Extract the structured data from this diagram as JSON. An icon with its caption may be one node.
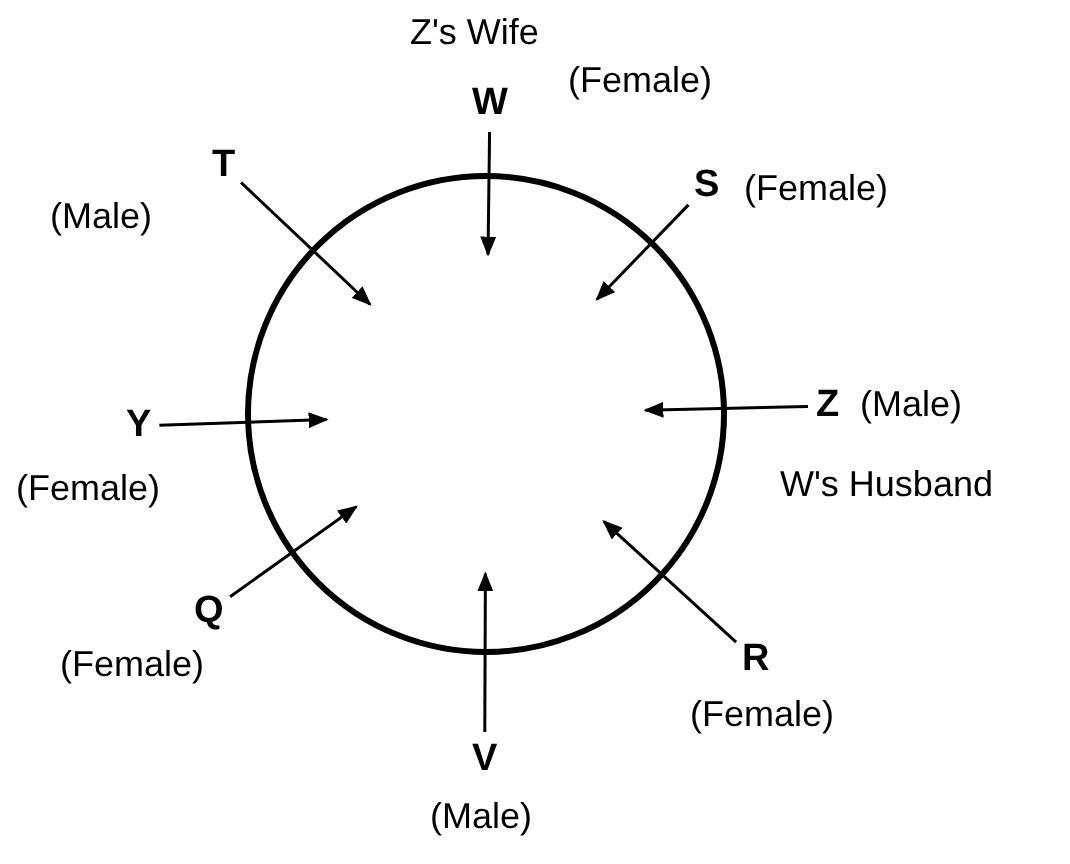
{
  "diagram": {
    "nodes": [
      {
        "text": [],
        "shape": "circle"
      },
      {
        "text": [
          "W"
        ],
        "beside": [
          "Z's Wife",
          "(Female)"
        ]
      },
      {
        "text": [
          "T"
        ],
        "beside": [
          "(Male)"
        ]
      },
      {
        "text": [
          "S"
        ],
        "beside": [
          "(Female)"
        ]
      },
      {
        "text": [
          "Z"
        ],
        "beside": [
          "(Male)",
          "W's Husband"
        ]
      },
      {
        "text": [
          "Y"
        ],
        "beside": [
          "(Female)"
        ]
      },
      {
        "text": [
          "Q"
        ],
        "beside": [
          "(Female)"
        ]
      },
      {
        "text": [
          "R"
        ],
        "beside": [
          "(Female)"
        ]
      },
      {
        "text": [
          "V"
        ],
        "beside": [
          "(Male)"
        ]
      }
    ],
    "edges": [
      {
        "from": 1,
        "to": 0,
        "arrow": "to"
      },
      {
        "from": 2,
        "to": 0,
        "arrow": "to"
      },
      {
        "from": 3,
        "to": 0,
        "arrow": "to"
      },
      {
        "from": 4,
        "to": 0,
        "arrow": "to"
      },
      {
        "from": 5,
        "to": 0,
        "arrow": "to"
      },
      {
        "from": 6,
        "to": 0,
        "arrow": "to"
      },
      {
        "from": 7,
        "to": 0,
        "arrow": "to"
      },
      {
        "from": 8,
        "to": 0,
        "arrow": "to"
      }
    ]
  }
}
